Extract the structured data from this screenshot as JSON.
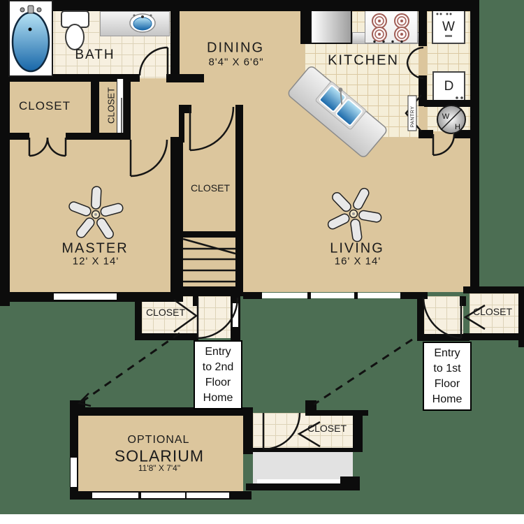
{
  "colors": {
    "background": "#4c6e53",
    "floor_carpet": "#dcc69d",
    "floor_tile": "#f7f0e0",
    "wall": "#0c0c0c",
    "water_blue": "#2b7fc0"
  },
  "rooms": {
    "bath": {
      "label": "BATH"
    },
    "master_closet": {
      "label": "CLOSET"
    },
    "hall_closet": {
      "label": "CLOSET"
    },
    "dining": {
      "label": "DINING",
      "dims": "8'4\" X 6'6\""
    },
    "kitchen": {
      "label": "KITCHEN"
    },
    "pantry": {
      "label": "PANTRY"
    },
    "center_closet": {
      "label": "CLOSET"
    },
    "master": {
      "label": "MASTER",
      "dims": "12' X 14'"
    },
    "living": {
      "label": "LIVING",
      "dims": "16' X 14'"
    },
    "entry_left_closet": {
      "label": "CLOSET"
    },
    "entry_right_closet": {
      "label": "CLOSET"
    },
    "solarium_closet": {
      "label": "CLOSET"
    },
    "solarium": {
      "prefix": "OPTIONAL",
      "label": "SOLARIUM",
      "dims": "11'8\" X 7'4\""
    }
  },
  "appliances": {
    "washer": "W",
    "dryer": "D",
    "water_heater": {
      "top": "W",
      "bottom": "H"
    }
  },
  "entry_labels": {
    "left": {
      "lines": [
        "Entry",
        "to 2nd",
        "Floor",
        "Home"
      ]
    },
    "right": {
      "lines": [
        "Entry",
        "to 1st",
        "Floor",
        "Home"
      ]
    }
  }
}
